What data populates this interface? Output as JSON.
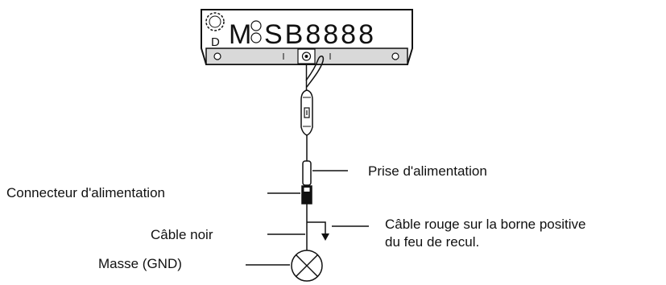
{
  "license_plate": {
    "prefix_letter": "M",
    "region_letter": "D",
    "text": "SB8888"
  },
  "labels": {
    "power_socket": "Prise d'alimentation",
    "power_connector": "Connecteur d'alimentation",
    "black_cable": "Câble noir",
    "red_cable_line1": "Câble rouge sur la borne positive",
    "red_cable_line2": "du feu de recul.",
    "ground": "Masse (GND)"
  },
  "colors": {
    "line": "#111111",
    "plate_fill": "#ffffff",
    "bar_fill": "#d9d9d9"
  }
}
